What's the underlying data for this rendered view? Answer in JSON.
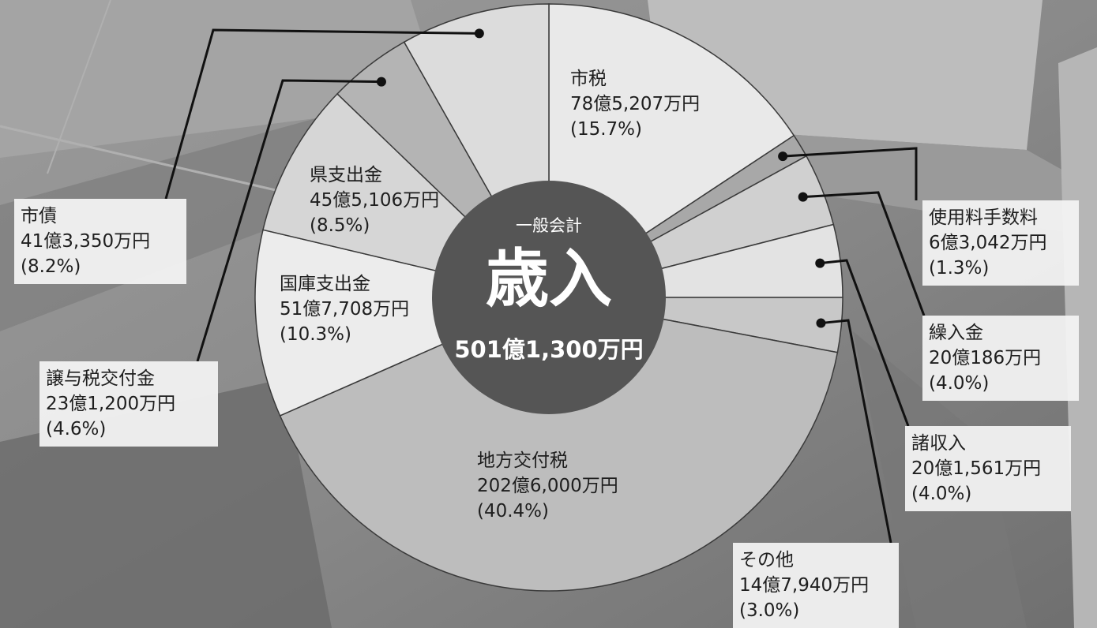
{
  "chart_data": {
    "type": "pie",
    "center_subtitle": "一般会計",
    "center_title": "歳入",
    "total": "501億1,300万円",
    "slices": [
      {
        "label": "市税",
        "amount": "78億5,207万円",
        "percent": "(15.7%)",
        "value": 15.7,
        "color": "#e9e9e9"
      },
      {
        "label": "使用料手数料",
        "amount": "6億3,042万円",
        "percent": "(1.3%)",
        "value": 1.3,
        "color": "#a8a8a8"
      },
      {
        "label": "繰入金",
        "amount": "20億186万円",
        "percent": "(4.0%)",
        "value": 4.0,
        "color": "#d0d0d0"
      },
      {
        "label": "諸収入",
        "amount": "20億1,561万円",
        "percent": "(4.0%)",
        "value": 4.0,
        "color": "#e3e3e3"
      },
      {
        "label": "その他",
        "amount": "14億7,940万円",
        "percent": "(3.0%)",
        "value": 3.0,
        "color": "#c8c8c8"
      },
      {
        "label": "地方交付税",
        "amount": "202億6,000万円",
        "percent": "(40.4%)",
        "value": 40.4,
        "color": "#bdbdbd"
      },
      {
        "label": "国庫支出金",
        "amount": "51億7,708万円",
        "percent": "(10.3%)",
        "value": 10.3,
        "color": "#ececec"
      },
      {
        "label": "県支出金",
        "amount": "45億5,106万円",
        "percent": "(8.5%)",
        "value": 8.5,
        "color": "#d6d6d6"
      },
      {
        "label": "譲与税交付金",
        "amount": "23億1,200万円",
        "percent": "(4.6%)",
        "value": 4.6,
        "color": "#b4b4b4"
      },
      {
        "label": "市債",
        "amount": "41億3,350万円",
        "percent": "(8.2%)",
        "value": 8.2,
        "color": "#dcdcdc"
      }
    ]
  }
}
